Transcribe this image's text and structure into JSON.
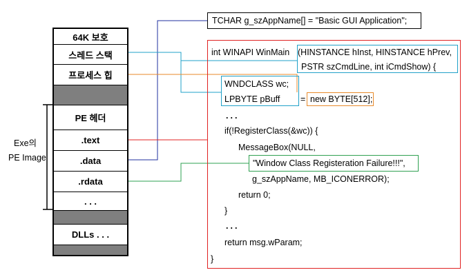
{
  "memory": {
    "cells": [
      {
        "label": "64K 보호",
        "kind": "text"
      },
      {
        "label": "스레드 스택",
        "kind": "text"
      },
      {
        "label": "프로세스 힙",
        "kind": "text"
      },
      {
        "label": "",
        "kind": "gray"
      },
      {
        "label": "PE 헤더",
        "kind": "text"
      },
      {
        "label": ".text",
        "kind": "text"
      },
      {
        "label": ".data",
        "kind": "text"
      },
      {
        "label": ".rdata",
        "kind": "text"
      },
      {
        "label": ". . .",
        "kind": "text"
      },
      {
        "label": "",
        "kind": "gray"
      },
      {
        "label": "DLLs . . .",
        "kind": "text"
      },
      {
        "label": "",
        "kind": "gray"
      }
    ],
    "exe_label_line1": "Exe의",
    "exe_label_line2": "PE Image"
  },
  "code": {
    "global_decl": "TCHAR g_szAppName[] = \"Basic GUI Application\";",
    "winmain_prefix": "int WINAPI WinMain",
    "winmain_params_line1": "(HINSTANCE hInst, HINSTANCE hPrev,",
    "winmain_params_line2": "PSTR szCmdLine, int iCmdShow) {",
    "wndclass": "WNDCLASS wc;",
    "lpbyte": "LPBYTE       pBuff",
    "equals": "=",
    "new_byte": "new BYTE[512];",
    "ellipsis1": "...",
    "if_line": "if(!RegisterClass(&wc)) {",
    "messagebox": "MessageBox(NULL,",
    "error_string": "\"Window Class Registeration Failure!!!\",",
    "appname_line": "g_szAppName, MB_ICONERROR);",
    "return0": "return 0;",
    "close_brace1": "}",
    "ellipsis2": "...",
    "return_msg": "return msg.wParam;",
    "close_brace2": "}"
  },
  "colors": {
    "red": "#e02020",
    "blue": "#1f2f9f",
    "cyan": "#1fa0c8",
    "orange": "#e88a2a",
    "green": "#2ea050",
    "gray_fill": "#7f7f7f"
  }
}
